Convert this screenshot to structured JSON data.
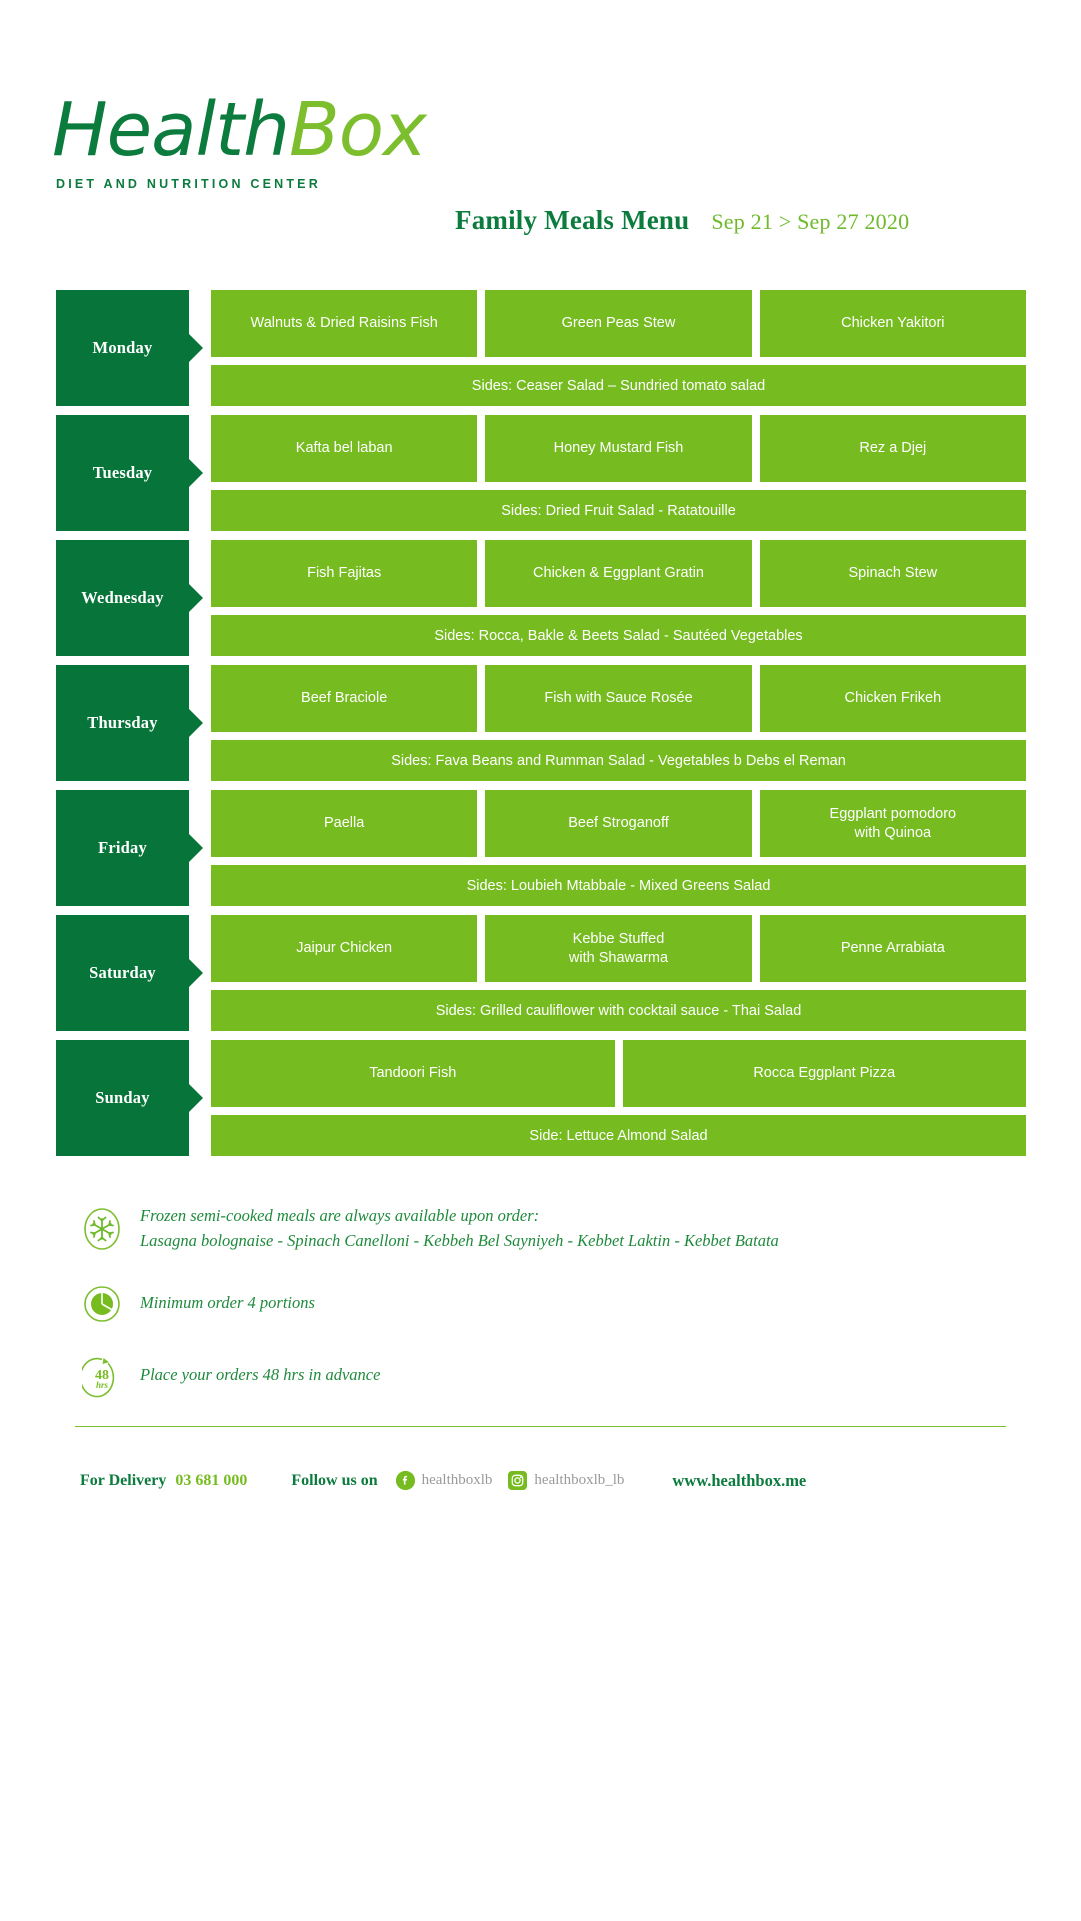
{
  "brand": {
    "logo_health": "Health",
    "logo_box": "Box",
    "tagline": "DIET AND NUTRITION CENTER",
    "color_dark_green": "#0C7B3E",
    "color_light_green": "#76BC21"
  },
  "header": {
    "title": "Family Meals Menu",
    "date_range": "Sep 21 > Sep 27 2020"
  },
  "menu": {
    "days": [
      {
        "label": "Monday",
        "meals": [
          "Walnuts & Dried Raisins Fish",
          "Green Peas Stew",
          "Chicken Yakitori"
        ],
        "sides": "Sides: Ceaser Salad – Sundried tomato salad"
      },
      {
        "label": "Tuesday",
        "meals": [
          "Kafta bel laban",
          "Honey Mustard Fish",
          "Rez a Djej"
        ],
        "sides": "Sides: Dried Fruit Salad - Ratatouille"
      },
      {
        "label": "Wednesday",
        "meals": [
          "Fish Fajitas",
          "Chicken & Eggplant Gratin",
          "Spinach Stew"
        ],
        "sides": "Sides:  Rocca, Bakle & Beets Salad - Sautéed Vegetables"
      },
      {
        "label": "Thursday",
        "meals": [
          "Beef Braciole",
          "Fish with Sauce Rosée",
          "Chicken Frikeh"
        ],
        "sides": "Sides: Fava Beans and Rumman Salad - Vegetables b Debs el Reman"
      },
      {
        "label": "Friday",
        "meals": [
          "Paella",
          "Beef Stroganoff",
          "Eggplant pomodoro\nwith Quinoa"
        ],
        "sides": "Sides: Loubieh Mtabbale - Mixed Greens Salad"
      },
      {
        "label": "Saturday",
        "meals": [
          "Jaipur Chicken",
          "Kebbe Stuffed\nwith Shawarma",
          "Penne Arrabiata"
        ],
        "sides": "Sides: Grilled cauliflower with cocktail sauce - Thai Salad"
      },
      {
        "label": "Sunday",
        "meals": [
          "Tandoori Fish",
          "Rocca Eggplant Pizza"
        ],
        "sides": "Side: Lettuce Almond Salad"
      }
    ]
  },
  "notes": [
    {
      "icon": "snowflake-icon",
      "line1": "Frozen semi-cooked meals are always available upon order:",
      "line2": "Lasagna bolognaise - Spinach Canelloni - Kebbeh Bel Sayniyeh - Kebbet Laktin - Kebbet Batata"
    },
    {
      "icon": "pie-chart-icon",
      "line1": "Minimum order 4 portions",
      "line2": ""
    },
    {
      "icon": "48-hours-icon",
      "line1": "Place your orders 48 hrs in advance",
      "line2": "",
      "icon_number": "48",
      "icon_unit": "hrs"
    }
  ],
  "footer": {
    "delivery_label": "For Delivery",
    "phone": "03 681 000",
    "follow_label": "Follow us on",
    "facebook_handle": "healthboxlb",
    "instagram_handle": "healthboxlb_lb",
    "website": "www.healthbox.me"
  }
}
